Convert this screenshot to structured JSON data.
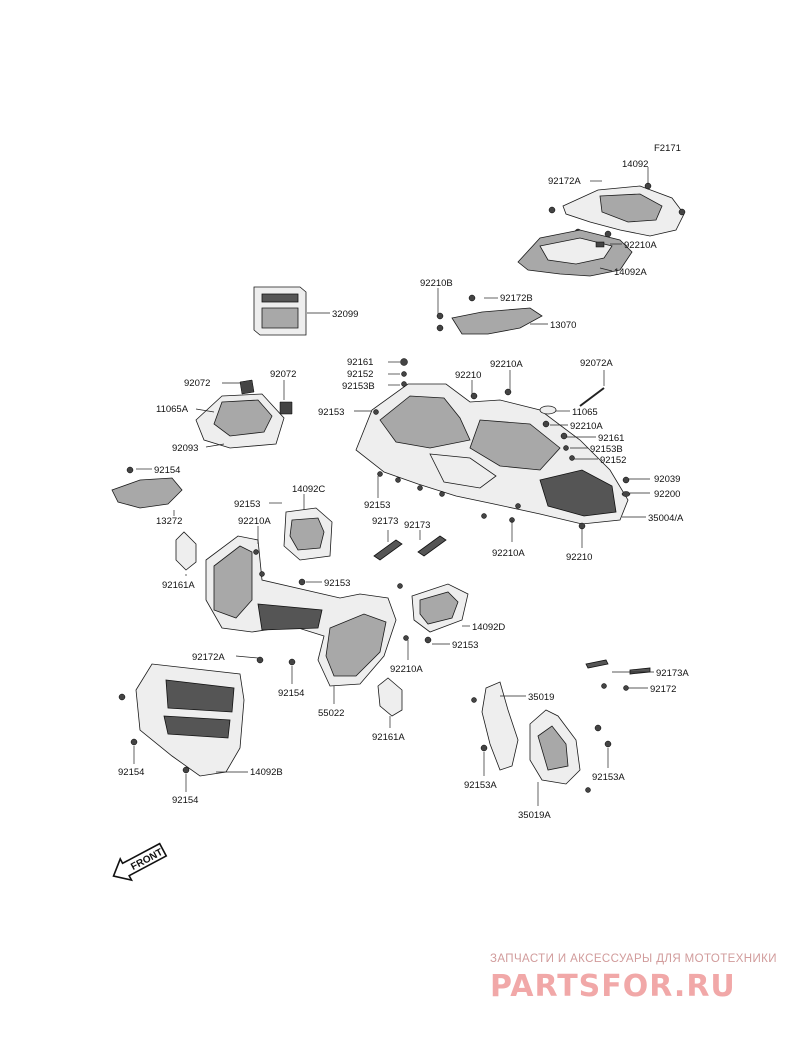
{
  "figure_code": "F2171",
  "watermark": {
    "subtitle": "ЗАПЧАСТИ И АКСЕССУАРЫ ДЛЯ МОТОТЕХНИКИ",
    "logo_text": "PARTSFOR.RU"
  },
  "direction_label": "FRONT",
  "callouts": [
    "14092",
    "92172A",
    "92210A",
    "14092A",
    "32099",
    "92210B",
    "92172B",
    "13070",
    "92161",
    "92152",
    "92153B",
    "92210A",
    "92072A",
    "92210",
    "92153",
    "11065",
    "92210A",
    "92161",
    "92153B",
    "92152",
    "92072",
    "92072",
    "11065A",
    "92093",
    "92154",
    "13272",
    "92153",
    "14092C",
    "92210A",
    "92153",
    "92173",
    "92173",
    "92039",
    "92200",
    "35004/A",
    "92210A",
    "92210",
    "92161A",
    "92153",
    "14092D",
    "92153",
    "92172A",
    "92210A",
    "92154",
    "55022",
    "92161A",
    "92173A",
    "92172",
    "35019",
    "92153A",
    "92153A",
    "35019A",
    "92154",
    "92154",
    "14092B"
  ]
}
